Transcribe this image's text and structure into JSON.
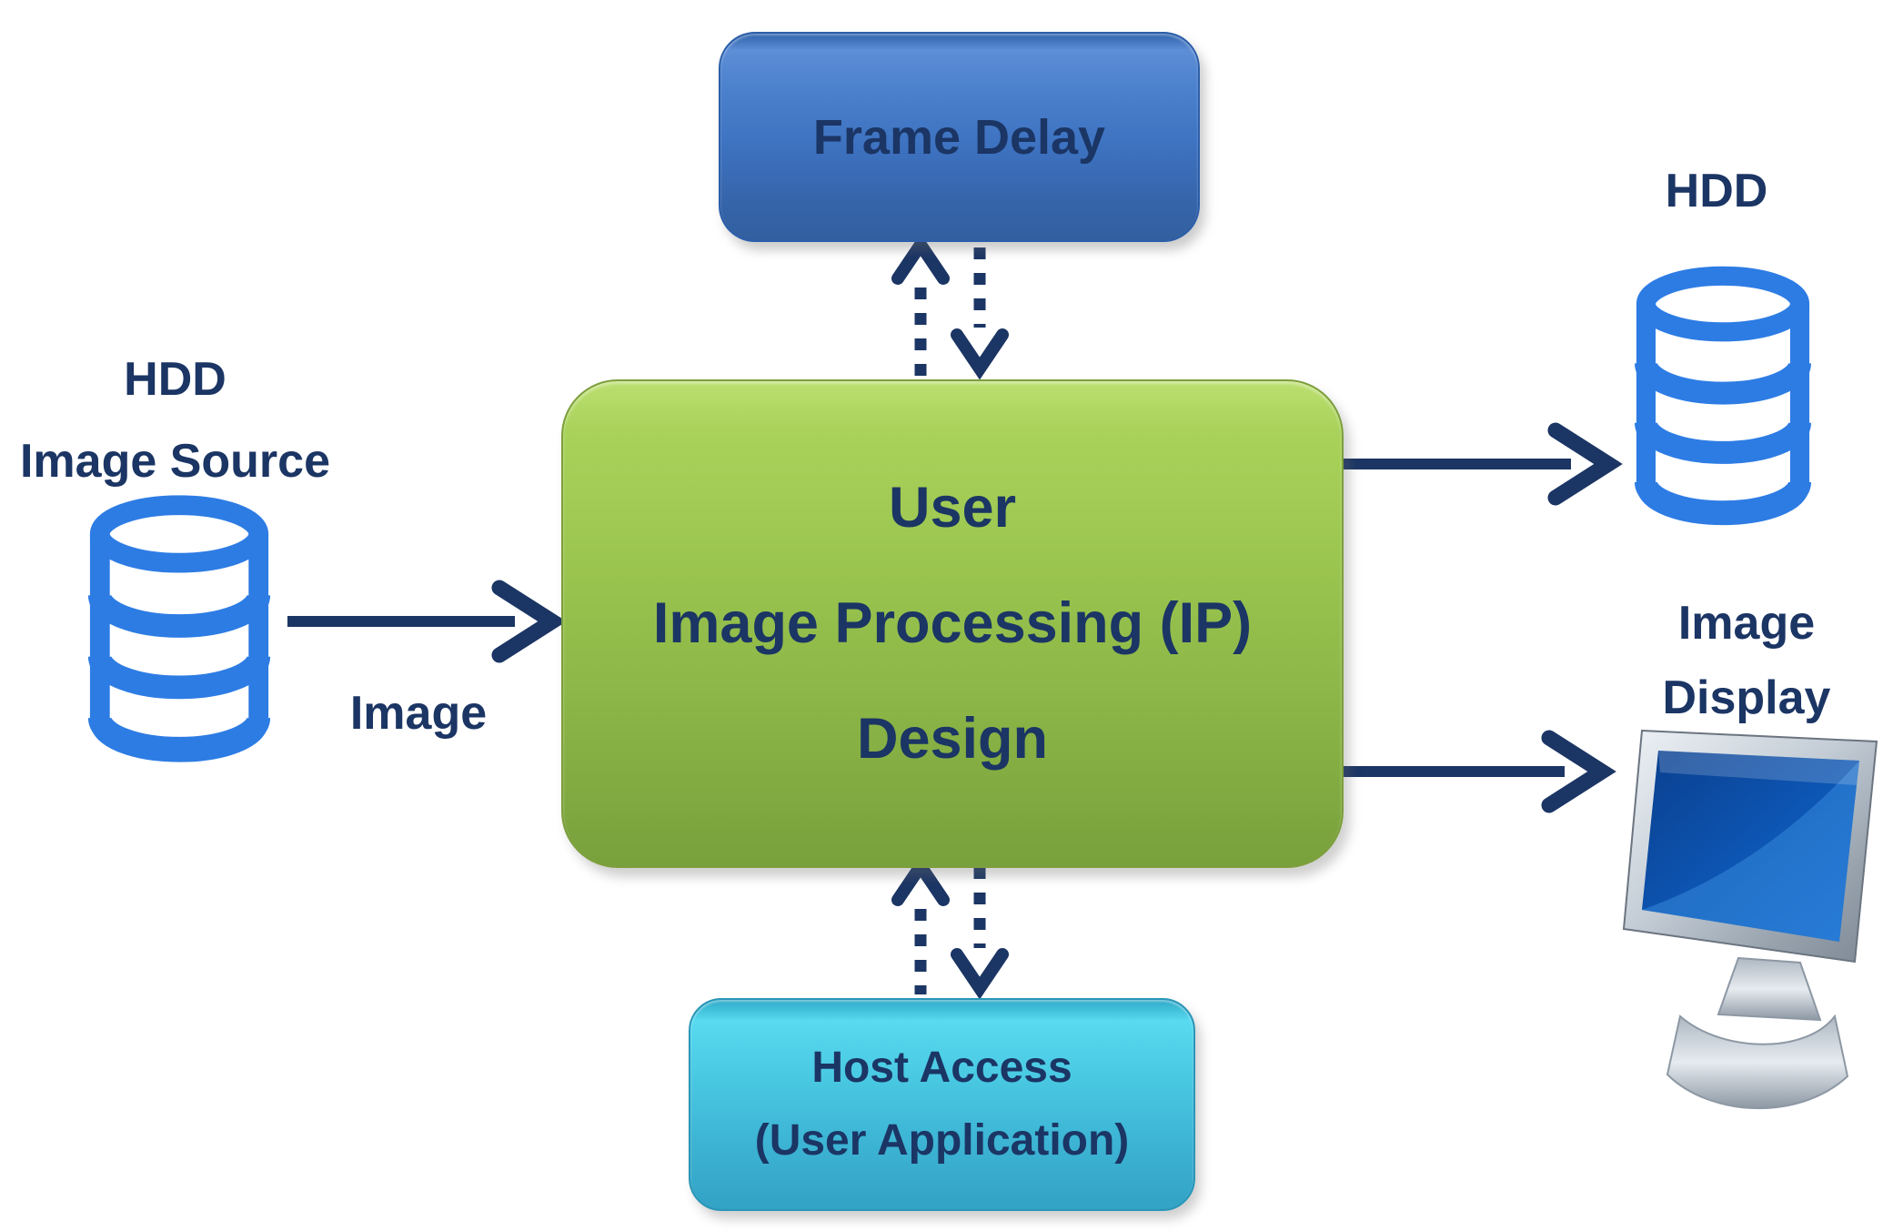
{
  "title": "User Image Processing (IP) Design block diagram",
  "colors": {
    "background": "#ffffff",
    "navy_text_arrows": "#1b3564",
    "database_icon_blue": "#2d7ce4",
    "frame_delay_box_blue": "#3d72c0",
    "ip_design_box_green": "#8cb647",
    "host_access_box_cyan": "#3db4d4",
    "monitor_screen_blue": "#0d55b2",
    "monitor_frame_silver": "#b9c2cb"
  },
  "nodes": {
    "frame_delay": {
      "label": "Frame Delay"
    },
    "ip_design": {
      "line1": "User",
      "line2": "Image Processing (IP)",
      "line3": "Design"
    },
    "host_access": {
      "line1": "Host Access",
      "line2": "(User Application)"
    },
    "hdd_source": {
      "line1": "HDD",
      "line2": "Image Source"
    },
    "hdd_out": {
      "label": "HDD"
    },
    "image_display": {
      "line1": "Image",
      "line2": "Display"
    }
  },
  "edges": {
    "source_to_ip_label": "Image",
    "source_to_ip": "solid arrow right",
    "ip_to_hdd_out": "solid arrow right",
    "ip_to_image_display": "solid arrow right",
    "ip_frame_delay_up": "dotted arrow up",
    "frame_delay_ip_down": "dotted arrow down",
    "host_access_ip_up": "dotted arrow up",
    "ip_host_access_down": "dotted arrow down"
  },
  "icons": {
    "source": "database-icon",
    "out": "database-icon",
    "display": "monitor-icon"
  }
}
